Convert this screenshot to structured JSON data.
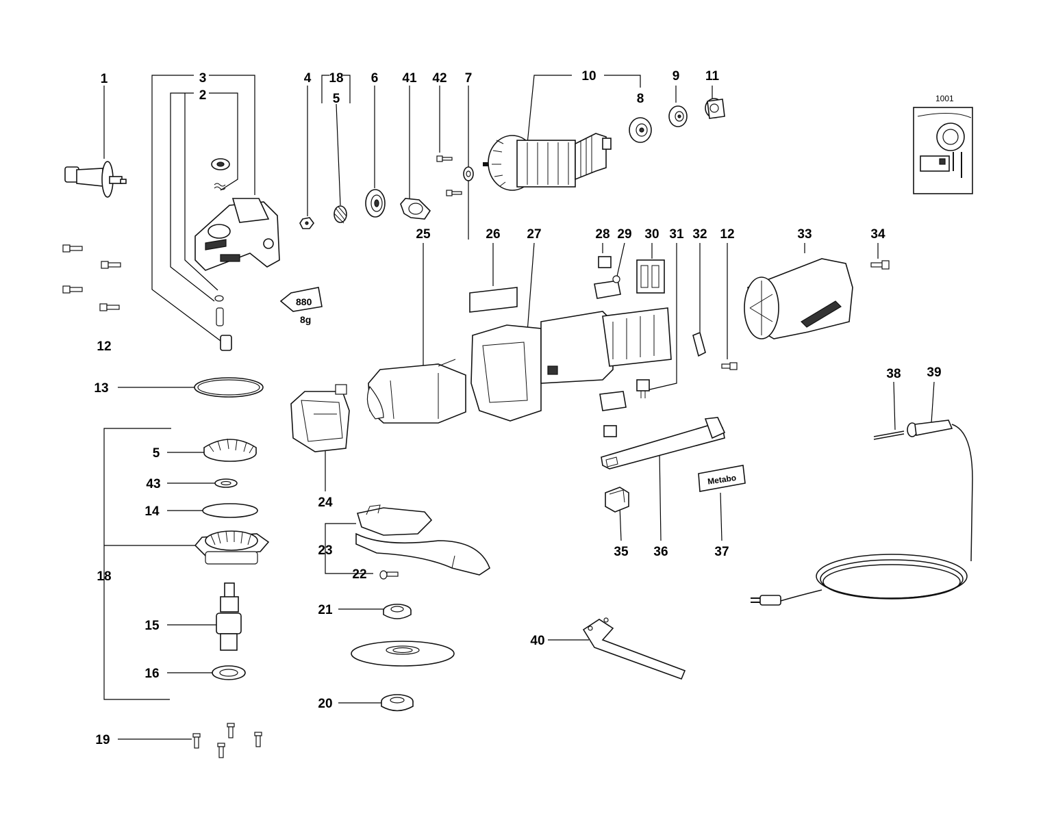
{
  "diagram": {
    "labels": {
      "l1": "1",
      "l2": "2",
      "l3": "3",
      "l4": "4",
      "l18top": "18",
      "l5top": "5",
      "l6": "6",
      "l41": "41",
      "l42": "42",
      "l7": "7",
      "l10": "10",
      "l8": "8",
      "l9": "9",
      "l11": "11",
      "l12a": "12",
      "l12b": "12",
      "l13": "13",
      "l25": "25",
      "l26": "26",
      "l27": "27",
      "l28": "28",
      "l29": "29",
      "l30": "30",
      "l31": "31",
      "l32": "32",
      "l33": "33",
      "l34": "34",
      "l5": "5",
      "l43": "43",
      "l14": "14",
      "l18": "18",
      "l15": "15",
      "l16": "16",
      "l19": "19",
      "l24": "24",
      "l23": "23",
      "l22": "22",
      "l21": "21",
      "l20": "20",
      "l40": "40",
      "l35": "35",
      "l36": "36",
      "l37": "37",
      "l38": "38",
      "l39": "39"
    },
    "inset_label": "1001",
    "grease_tube": {
      "code": "880",
      "amount": "8g"
    },
    "sticker_text": "Metabo"
  }
}
